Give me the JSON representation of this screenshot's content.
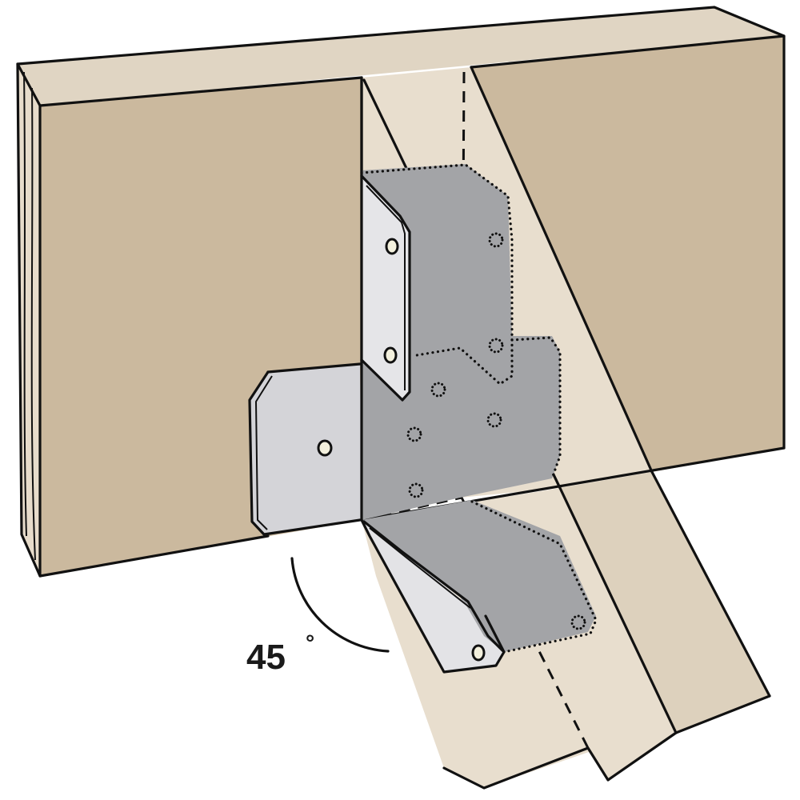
{
  "diagram": {
    "subject": "45-degree skewed joist hanger connecting joist to header beam",
    "angle_label": "45",
    "angle_unit": "°",
    "colors": {
      "header_face": "#cbb99e",
      "header_top": "#e0d5c3",
      "joist_face": "#e8dece",
      "joist_side": "#ddd1bd",
      "hanger_steel": "#a3a4a7",
      "hanger_flange": "#d9d9dc",
      "line": "#111111",
      "background": "#ffffff"
    },
    "parts": [
      {
        "id": "header",
        "label": "header beam"
      },
      {
        "id": "joist",
        "label": "skewed joist"
      },
      {
        "id": "hanger",
        "label": "joist hanger"
      },
      {
        "id": "flange-left",
        "label": "face-mount flange"
      },
      {
        "id": "flange-top",
        "label": "top flange with nail holes"
      },
      {
        "id": "flange-bottom",
        "label": "seat flange with nail hole"
      }
    ]
  }
}
